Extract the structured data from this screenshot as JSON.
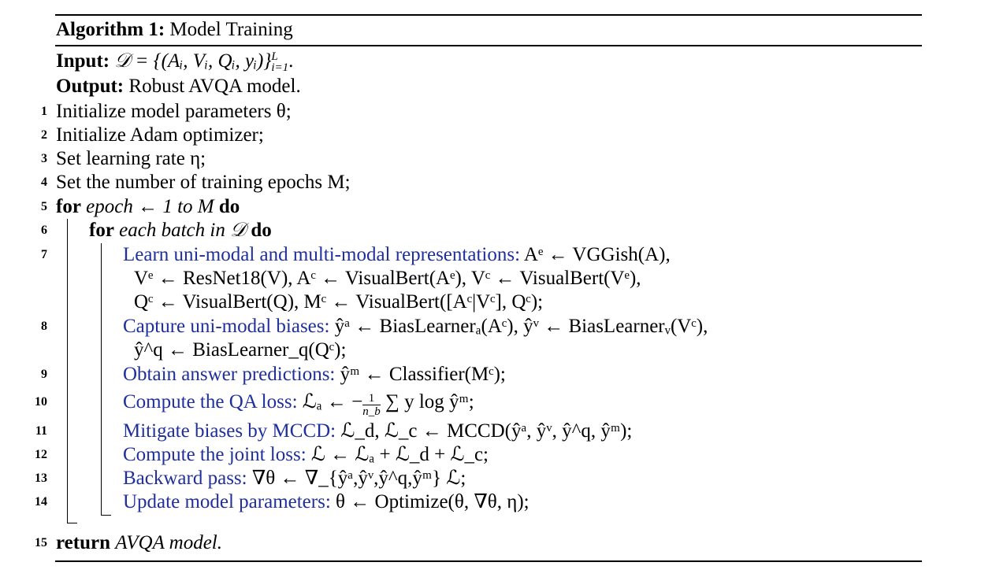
{
  "algorithm": {
    "label": "Algorithm 1:",
    "name": "Model Training",
    "input_label": "Input:",
    "input_text": "𝒟 = {(Aᵢ, Vᵢ, Qᵢ, yᵢ)}",
    "input_sub": "i=1",
    "input_sup": "L",
    "input_end": ".",
    "output_label": "Output:",
    "output_text": "Robust AVQA model."
  },
  "steps": {
    "s1": {
      "no": "1",
      "text": "Initialize model parameters θ;"
    },
    "s2": {
      "no": "2",
      "text": "Initialize Adam optimizer;"
    },
    "s3": {
      "no": "3",
      "text": "Set learning rate η;"
    },
    "s4": {
      "no": "4",
      "text": "Set the number of training epochs M;"
    },
    "s5": {
      "no": "5",
      "kw_for": "for",
      "body": "epoch ← 1 to M",
      "kw_do": "do"
    },
    "s6": {
      "no": "6",
      "kw_for": "for",
      "body": "each batch in 𝒟",
      "kw_do": "do"
    },
    "s7": {
      "no": "7",
      "desc": "Learn uni-modal and multi-modal representations:",
      "l1": "Aᵉ ← VGGish(A),",
      "l2": "Vᵉ ← ResNet18(V), Aᶜ ← VisualBert(Aᵉ), Vᶜ ← VisualBert(Vᵉ),",
      "l3": "Qᶜ ← VisualBert(Q), Mᶜ ← VisualBert([Aᶜ|Vᶜ], Qᶜ);"
    },
    "s8": {
      "no": "8",
      "desc": "Capture uni-modal biases:",
      "l1": "ŷᵃ ← BiasLearnerₐ(Aᶜ), ŷᵛ ← BiasLearnerᵥ(Vᶜ),",
      "l2": "ŷ^q ← BiasLearner_q(Qᶜ);"
    },
    "s9": {
      "no": "9",
      "desc": "Obtain answer predictions:",
      "expr": "ŷᵐ ← Classifier(Mᶜ);"
    },
    "s10": {
      "no": "10",
      "desc": "Compute the QA loss:",
      "lhs": "ℒₐ ← −",
      "frac_num": "1",
      "frac_den": "n_b",
      "rhs": "∑ y log ŷᵐ;"
    },
    "s11": {
      "no": "11",
      "desc": "Mitigate biases by MCCD:",
      "expr": "ℒ_d, ℒ_c ← MCCD(ŷᵃ, ŷᵛ, ŷ^q, ŷᵐ);"
    },
    "s12": {
      "no": "12",
      "desc": "Compute the joint loss:",
      "expr": "ℒ ← ℒₐ + ℒ_d + ℒ_c;"
    },
    "s13": {
      "no": "13",
      "desc": "Backward pass:",
      "expr": "∇θ ← ∇_{ŷᵃ,ŷᵛ,ŷ^q,ŷᵐ} ℒ;"
    },
    "s14": {
      "no": "14",
      "desc": "Update model parameters:",
      "expr": "θ ← Optimize(θ, ∇θ, η);"
    },
    "s15": {
      "no": "15",
      "kw_return": "return",
      "body": "AVQA model."
    }
  }
}
